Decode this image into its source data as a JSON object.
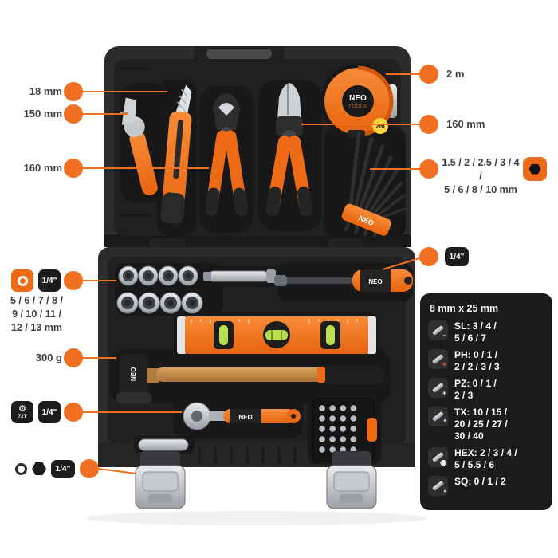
{
  "brand": {
    "name": "NEO",
    "sub": "TOOLS",
    "tape_length_badge": "2m"
  },
  "icons": {
    "gear_glyph": "⚙"
  },
  "callouts_left": {
    "knife": {
      "label": "18 mm"
    },
    "wrench": {
      "label": "150 mm"
    },
    "cutters": {
      "label": "160 mm"
    },
    "sockets": {
      "drive_label": "1/4\"",
      "sizes": "5 / 6 / 7 / 8 /\n9 / 10 / 11 /\n12 / 13 mm"
    },
    "hammer": {
      "label": "300 g"
    },
    "ratchet": {
      "teeth_label": "72T",
      "drive_label": "1/4\""
    },
    "adapter": {
      "drive_label": "1/4\""
    }
  },
  "callouts_right": {
    "tape": {
      "label": "2 m"
    },
    "pliers": {
      "label": "160 mm"
    },
    "hex_keys": {
      "sizes": "1.5 / 2 / 2.5 / 3 / 4 /\n5 / 6 / 8 / 10 mm"
    },
    "screwdriver": {
      "drive_label": "1/4\""
    }
  },
  "bits_panel": {
    "title": "8 mm x 25 mm",
    "rows": [
      {
        "icon": "sl-bit-icon",
        "glyph": "−",
        "text": "SL: 3 / 4 /\n5 / 6 / 7"
      },
      {
        "icon": "ph-bit-icon",
        "glyph": "+",
        "text": "PH: 0 / 1 /\n2 / 2 / 3 / 3"
      },
      {
        "icon": "pz-bit-icon",
        "glyph": "+",
        "text": "PZ: 0 / 1 /\n2 / 3"
      },
      {
        "icon": "tx-bit-icon",
        "glyph": "*",
        "text": "TX: 10 / 15 /\n20 / 25 / 27 /\n30 / 40"
      },
      {
        "icon": "hex-bit-icon",
        "glyph": "",
        "text": "HEX: 2 / 3 / 4 /\n5 / 5.5 / 6"
      },
      {
        "icon": "sq-bit-icon",
        "glyph": "▪",
        "text": "SQ: 0 / 1 / 2"
      }
    ]
  }
}
